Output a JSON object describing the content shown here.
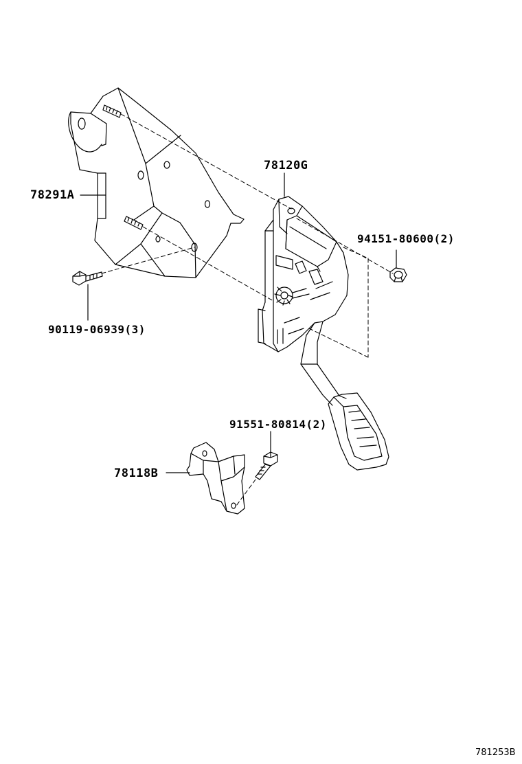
{
  "labels": {
    "part_78120G": "78120G",
    "part_78291A": "78291A",
    "part_94151": "94151-80600(2)",
    "part_90119": "90119-06939(3)",
    "part_91551": "91551-80814(2)",
    "part_78118B": "78118B"
  },
  "figure_code": "781253B"
}
